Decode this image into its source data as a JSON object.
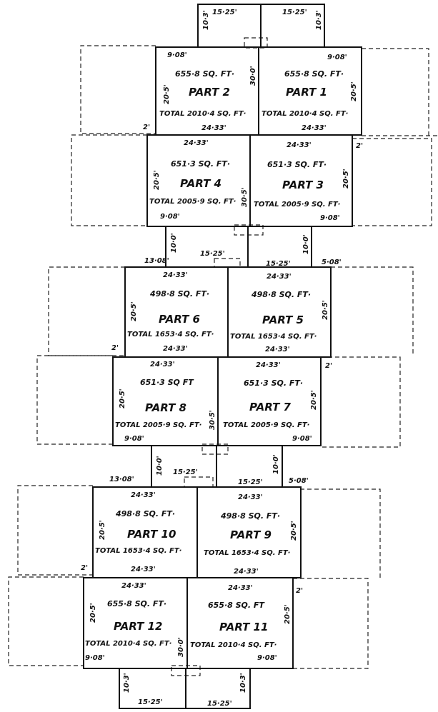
{
  "plan": {
    "parts": [
      {
        "name": "PART 1",
        "area": "655·8 SQ. FT·",
        "total": "TOTAL 2010·4 SQ. FT·",
        "top_dim": "9·08'",
        "bottom_dim": "24·33'",
        "side_dim": "20·5'",
        "mid_dim": "30·0'"
      },
      {
        "name": "PART 2",
        "area": "655·8 SQ. FT·",
        "total": "TOTAL 2010·4 SQ. FT·",
        "top_dim": "9·08'",
        "bottom_dim": "24·33'",
        "side_dim": "20·5'"
      },
      {
        "name": "PART 3",
        "area": "651·3 SQ. FT·",
        "total": "TOTAL 2005·9 SQ. FT·",
        "top_dim": "24·33'",
        "bottom_dim": "9·08'",
        "side_dim": "20·5'"
      },
      {
        "name": "PART 4",
        "area": "651·3 SQ. FT·",
        "total": "TOTAL 2005·9 SQ. FT·",
        "top_dim": "24·33'",
        "bottom_dim": "9·08'",
        "side_dim": "20·5'",
        "mid_dim": "30·5'"
      },
      {
        "name": "PART 5",
        "area": "498·8 SQ. FT·",
        "total": "TOTAL 1653·4 SQ. FT·",
        "top_dim": "24·33'",
        "bottom_dim": "24·33'",
        "side_dim": "20·5'"
      },
      {
        "name": "PART 6",
        "area": "498·8 SQ. FT·",
        "total": "TOTAL 1653·4 SQ. FT·",
        "top_dim": "24·33'",
        "bottom_dim": "24·33'",
        "side_dim": "20·5'"
      },
      {
        "name": "PART 7",
        "area": "651·3 SQ. FT·",
        "total": "TOTAL 2005·9 SQ. FT·",
        "top_dim": "24·33'",
        "bottom_dim": "9·08'",
        "side_dim": "20·5'"
      },
      {
        "name": "PART 8",
        "area": "651·3 SQ FT",
        "total": "TOTAL 2005·9 SQ. FT·",
        "top_dim": "24·33'",
        "bottom_dim": "9·08'",
        "side_dim": "20·5'",
        "mid_dim": "30·5'"
      },
      {
        "name": "PART 9",
        "area": "498·8 SQ. FT·",
        "total": "TOTAL 1653·4 SQ. FT·",
        "top_dim": "24·33'",
        "bottom_dim": "24·33'",
        "side_dim": "20·5'"
      },
      {
        "name": "PART 10",
        "area": "498·8 SQ. FT·",
        "total": "TOTAL 1653·4 SQ. FT·",
        "top_dim": "24·33'",
        "bottom_dim": "24·33'",
        "side_dim": "20·5'"
      },
      {
        "name": "PART 11",
        "area": "655·8 SQ. FT",
        "total": "TOTAL 2010·4 SQ. FT·",
        "top_dim": "24·33'",
        "bottom_dim": "9·08'",
        "side_dim": "20·5'"
      },
      {
        "name": "PART 12",
        "area": "655·8 SQ. FT·",
        "total": "TOTAL 2010·4 SQ. FT·",
        "top_dim": "24·33'",
        "bottom_dim": "9·08'",
        "side_dim": "20·5'",
        "mid_dim": "30·0'"
      }
    ],
    "dims": {
      "top_left_width": "15·25'",
      "top_right_width": "15·25'",
      "top_left_height": "10·3'",
      "top_right_height": "10·3'",
      "bottom_left_width": "15·25'",
      "bottom_right_width": "15·25'",
      "bottom_left_height": "10·3'",
      "bottom_right_height": "10·3'",
      "offset_2a": "2'",
      "offset_2b": "2'",
      "offset_2c": "2'",
      "offset_2d": "2'",
      "offset_2e": "2'",
      "offset_2f": "2'",
      "link1_left": "13·08'",
      "link1_right": "5·08'",
      "link1_w1": "15·25'",
      "link1_w2": "15·25'",
      "link1_h1": "10·0'",
      "link1_h2": "10·0'",
      "link2_left": "13·08'",
      "link2_right": "5·08'",
      "link2_w1": "15·25'",
      "link2_w2": "15·25'",
      "link2_h1": "10·0'",
      "link2_h2": "10·0'"
    }
  }
}
